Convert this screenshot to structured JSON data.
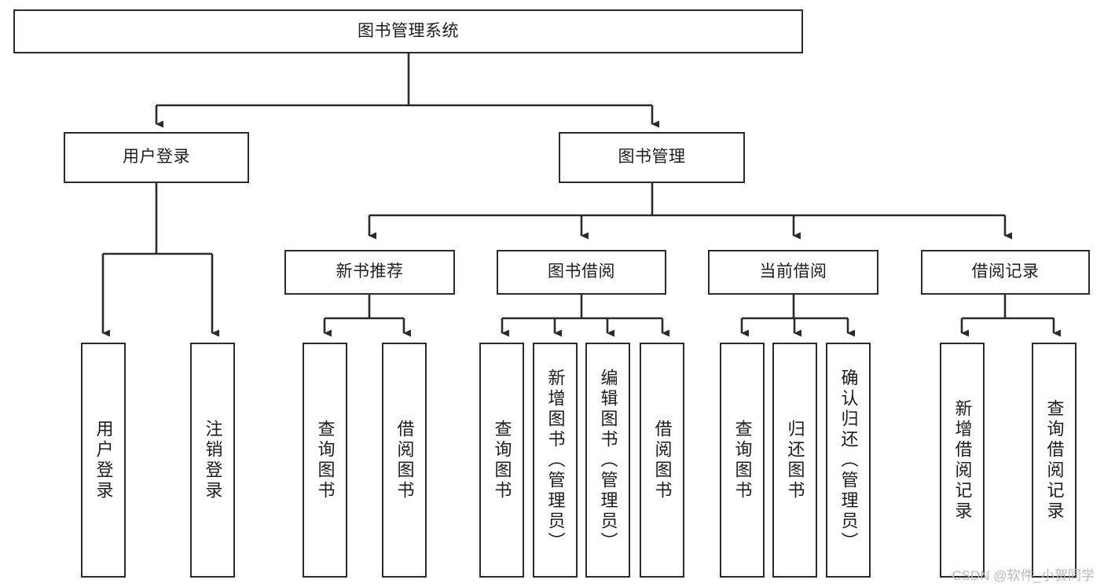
{
  "diagram": {
    "type": "tree-flowchart",
    "title_node": "图书管理系统",
    "watermark": "CSDN @软件_小贺同学",
    "colors": {
      "box_border": "#2b2b2b",
      "box_fill": "#ffffff",
      "connector": "#2b2b2b",
      "text": "#1d1d1d",
      "watermark": "#b9b9b9",
      "background": "#ffffff"
    },
    "nodes": {
      "root": {
        "label": "图书管理系统",
        "level": 1
      },
      "level2": [
        {
          "id": "user-login",
          "label": "用户登录"
        },
        {
          "id": "book-management",
          "label": "图书管理"
        }
      ],
      "level3": [
        {
          "id": "new-book-recommend",
          "label": "新书推荐"
        },
        {
          "id": "book-borrow",
          "label": "图书借阅"
        },
        {
          "id": "current-borrow",
          "label": "当前借阅"
        },
        {
          "id": "borrow-record",
          "label": "借阅记录"
        }
      ],
      "leaves": {
        "user-login": [
          {
            "id": "leaf-user-login",
            "label": "用户登录"
          },
          {
            "id": "leaf-logout-login",
            "label": "注销登录"
          }
        ],
        "new-book-recommend": [
          {
            "id": "leaf-query-book-1",
            "label": "查询图书"
          },
          {
            "id": "leaf-borrow-book-1",
            "label": "借阅图书"
          }
        ],
        "book-borrow": [
          {
            "id": "leaf-query-book-2",
            "label": "查询图书"
          },
          {
            "id": "leaf-add-book",
            "label": "新增图书（管理员）"
          },
          {
            "id": "leaf-edit-book",
            "label": "编辑图书（管理员）"
          },
          {
            "id": "leaf-borrow-book-2",
            "label": "借阅图书"
          }
        ],
        "current-borrow": [
          {
            "id": "leaf-query-book-3",
            "label": "查询图书"
          },
          {
            "id": "leaf-return-book",
            "label": "归还图书"
          },
          {
            "id": "leaf-confirm-return",
            "label": "确认归还（管理员）"
          }
        ],
        "borrow-record": [
          {
            "id": "leaf-add-record",
            "label": "新增借阅记录"
          },
          {
            "id": "leaf-query-record",
            "label": "查询借阅记录"
          }
        ]
      }
    }
  }
}
